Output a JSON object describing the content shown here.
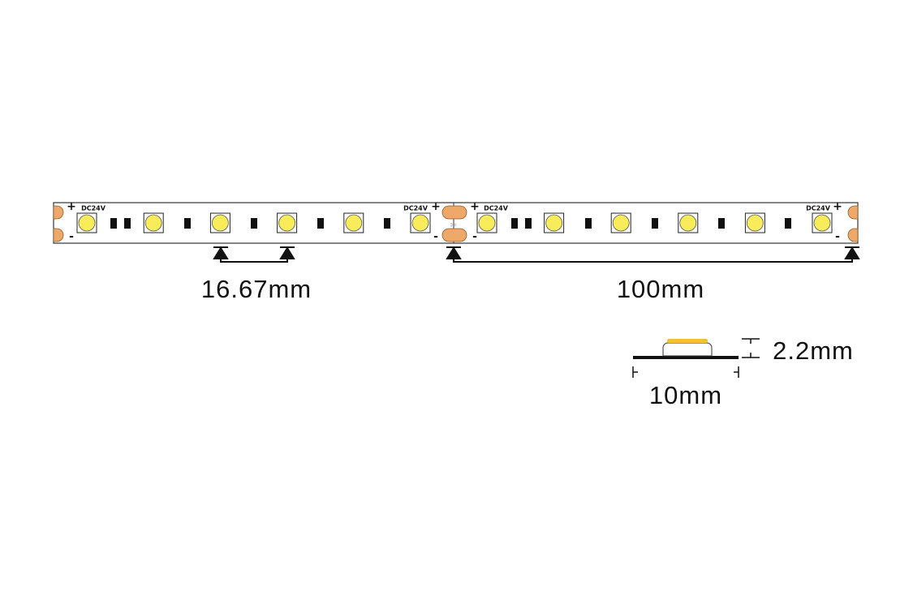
{
  "strip": {
    "voltage_label": "DC24V",
    "plus": "+",
    "minus": "-",
    "leds_per_segment": 6,
    "segments": 2
  },
  "dimensions": {
    "led_pitch": "16.67mm",
    "cut_length": "100mm",
    "width": "10mm",
    "height": "2.2mm"
  },
  "colors": {
    "led": "#f8ec5a",
    "pad": "#eea86a",
    "led_top": "#f3c22c"
  }
}
